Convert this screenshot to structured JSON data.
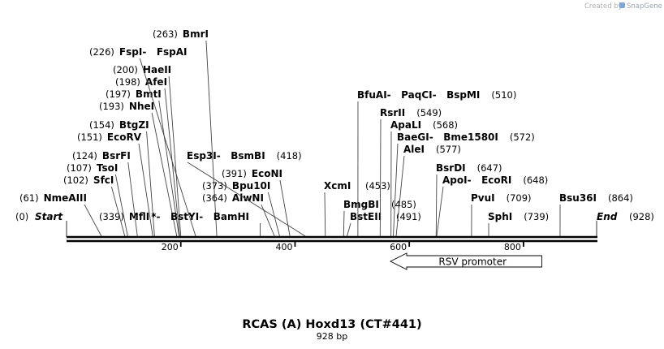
{
  "credit": {
    "prefix": "Created by",
    "brand": "SnapGene",
    "icon": "snapgene-logo-icon"
  },
  "title": "RCAS (A) Hoxd13 (CT#441)",
  "subtitle": "928 bp",
  "sequence_length": 928,
  "ends": {
    "start": {
      "name": "Start",
      "position": "(0)",
      "pos": 0
    },
    "end": {
      "name": "End",
      "position": "(928)",
      "pos": 928
    }
  },
  "scale_ticks": [
    "200",
    "400",
    "600",
    "800"
  ],
  "features": [
    {
      "name": "RSV promoter",
      "start": 567,
      "end": 832,
      "direction": "reverse"
    }
  ],
  "sites": [
    {
      "id": "nmeaiii",
      "pos": 61,
      "position": "(61)",
      "name": "NmeAIII"
    },
    {
      "id": "sfci",
      "pos": 102,
      "position": "(102)",
      "name": "SfcI"
    },
    {
      "id": "tsoi",
      "pos": 107,
      "position": "(107)",
      "name": "TsoI"
    },
    {
      "id": "bsrfi",
      "pos": 124,
      "position": "(124)",
      "name": "BsrFI"
    },
    {
      "id": "ecorv",
      "pos": 151,
      "position": "(151)",
      "name": "EcoRV"
    },
    {
      "id": "btgzi",
      "pos": 154,
      "position": "(154)",
      "name": "BtgZI"
    },
    {
      "id": "nhei",
      "pos": 193,
      "position": "(193)",
      "name": "NheI"
    },
    {
      "id": "bmti",
      "pos": 197,
      "position": "(197)",
      "name": "BmtI"
    },
    {
      "id": "afei",
      "pos": 198,
      "position": "(198)",
      "name": "AfeI"
    },
    {
      "id": "haeii",
      "pos": 200,
      "position": "(200)",
      "name": "HaeII"
    },
    {
      "id": "fspi",
      "pos": 226,
      "position": "(226)",
      "name": "FspI",
      "alias": "FspAI"
    },
    {
      "id": "bmri",
      "pos": 263,
      "position": "(263)",
      "name": "BmrI"
    },
    {
      "id": "mfli",
      "pos": 339,
      "position": "(339)",
      "name": "MflI",
      "mark": "*",
      "alias": "BstYI",
      "alias2": "BamHI"
    },
    {
      "id": "alwni",
      "pos": 364,
      "position": "(364)",
      "name": "AlwNI"
    },
    {
      "id": "bpu10i",
      "pos": 373,
      "position": "(373)",
      "name": "Bpu10I"
    },
    {
      "id": "econi",
      "pos": 391,
      "position": "(391)",
      "name": "EcoNI"
    },
    {
      "id": "esp3i",
      "pos": 418,
      "position": "(418)",
      "name": "Esp3I",
      "alias": "BsmBI"
    },
    {
      "id": "xcmi",
      "pos": 453,
      "position": "(453)",
      "name": "XcmI"
    },
    {
      "id": "bstseii",
      "pos": 491,
      "position": "(491)",
      "name": "BstEII"
    },
    {
      "id": "bmgbi",
      "pos": 485,
      "position": "(485)",
      "name": "BmgBI"
    },
    {
      "id": "bfuai",
      "pos": 510,
      "position": "(510)",
      "name": "BfuAI",
      "alias": "PaqCI",
      "alias2": "BspMI"
    },
    {
      "id": "rsrii",
      "pos": 549,
      "position": "(549)",
      "name": "RsrII"
    },
    {
      "id": "apali",
      "pos": 568,
      "position": "(568)",
      "name": "ApaLI"
    },
    {
      "id": "baegi",
      "pos": 572,
      "position": "(572)",
      "name": "BaeGI",
      "alias": "Bme1580I"
    },
    {
      "id": "alei",
      "pos": 577,
      "position": "(577)",
      "name": "AleI"
    },
    {
      "id": "bsrdi",
      "pos": 647,
      "position": "(647)",
      "name": "BsrDI"
    },
    {
      "id": "apoi",
      "pos": 648,
      "position": "(648)",
      "name": "ApoI",
      "alias": "EcoRI"
    },
    {
      "id": "pvui",
      "pos": 709,
      "position": "(709)",
      "name": "PvuI"
    },
    {
      "id": "sphi",
      "pos": 739,
      "position": "(739)",
      "name": "SphI"
    },
    {
      "id": "bsu36i",
      "pos": 864,
      "position": "(864)",
      "name": "Bsu36I"
    }
  ]
}
